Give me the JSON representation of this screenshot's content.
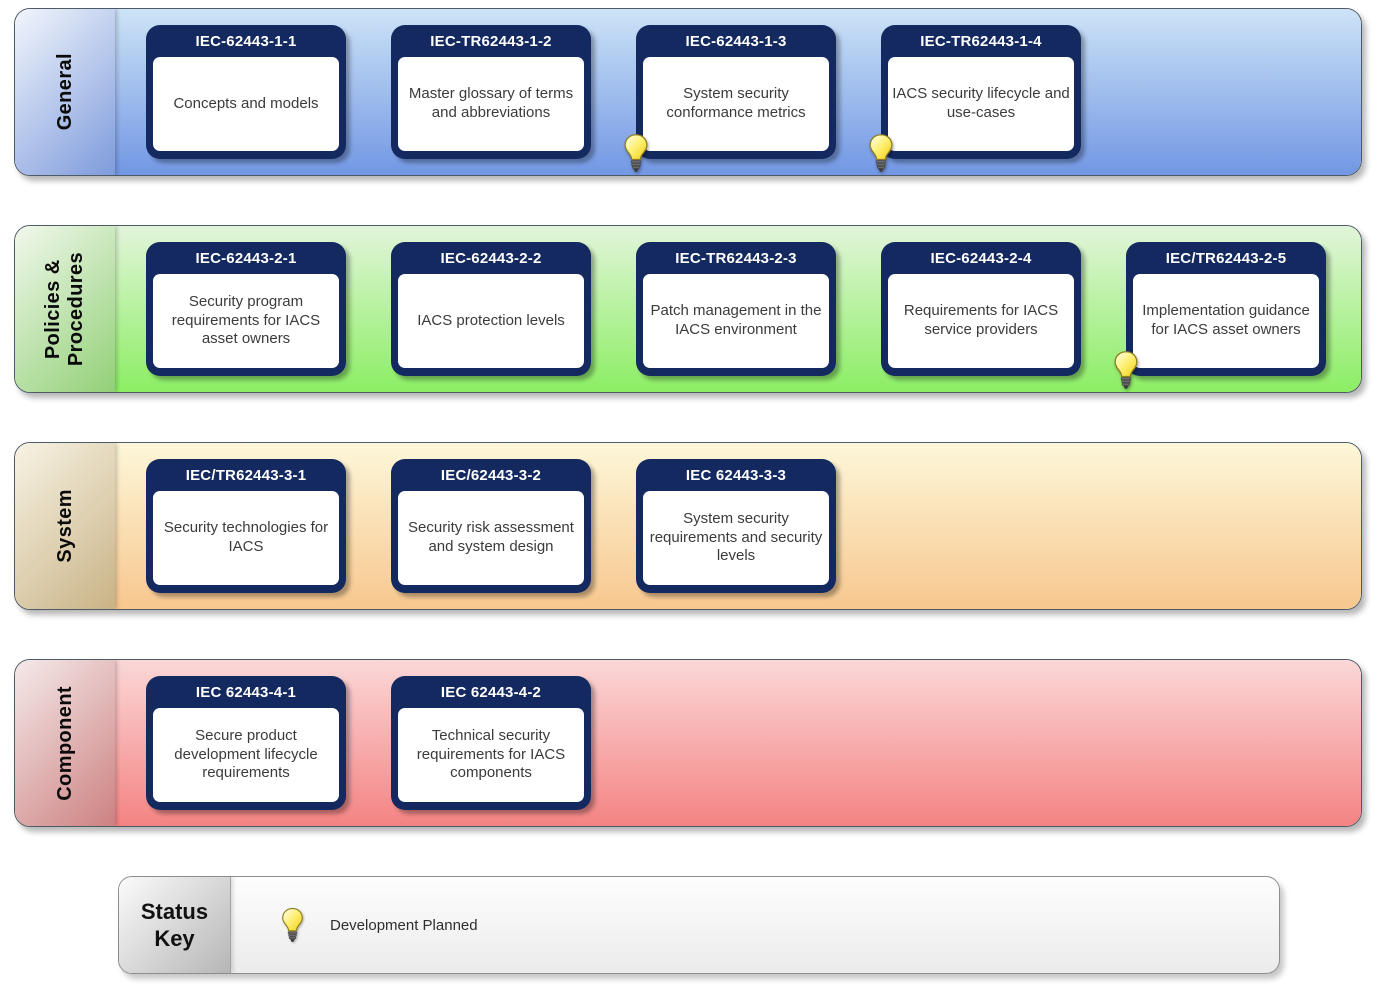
{
  "diagram": {
    "subject": "IEC 62443 series of standards",
    "background_color": "#ffffff"
  },
  "card_style": {
    "frame_color": "#14295f",
    "header_text_color": "#ffffff",
    "body_text_color": "#3b3b3b"
  },
  "rows": [
    {
      "id": "general",
      "label": "General",
      "colors": {
        "label_light": "#f2f6fc",
        "label_dark": "#7e9bdc",
        "body_top": "#cde3f7",
        "body_bottom": "#7297e4"
      },
      "cards": [
        {
          "code": "IEC-62443-1-1",
          "title": "Concepts and models",
          "development_planned": false
        },
        {
          "code": "IEC-TR62443-1-2",
          "title": "Master glossary of terms and abbreviations",
          "development_planned": false
        },
        {
          "code": "IEC-62443-1-3",
          "title": "System security conformance metrics",
          "development_planned": true
        },
        {
          "code": "IEC-TR62443-1-4",
          "title": "IACS security lifecycle and use-cases",
          "development_planned": true
        }
      ]
    },
    {
      "id": "policies-procedures",
      "label": "Policies &\nProcedures",
      "colors": {
        "label_light": "#f1f8ec",
        "label_dark": "#92d077",
        "body_top": "#e2f5da",
        "body_bottom": "#8cee64"
      },
      "cards": [
        {
          "code": "IEC-62443-2-1",
          "title": "Security program requirements for IACS asset owners",
          "development_planned": false
        },
        {
          "code": "IEC-62443-2-2",
          "title": "IACS protection levels",
          "development_planned": false
        },
        {
          "code": "IEC-TR62443-2-3",
          "title": "Patch management in the IACS environment",
          "development_planned": false
        },
        {
          "code": "IEC-62443-2-4",
          "title": "Requirements for IACS service providers",
          "development_planned": false
        },
        {
          "code": "IEC/TR62443-2-5",
          "title": "Implementation guidance for IACS asset owners",
          "development_planned": true
        }
      ]
    },
    {
      "id": "system",
      "label": "System",
      "colors": {
        "label_light": "#f7f3e4",
        "label_dark": "#c9b386",
        "body_top": "#fdf7d9",
        "body_bottom": "#f7c78e"
      },
      "cards": [
        {
          "code": "IEC/TR62443-3-1",
          "title": "Security technologies for IACS",
          "development_planned": false
        },
        {
          "code": "IEC/62443-3-2",
          "title": "Security risk assessment and system design",
          "development_planned": false
        },
        {
          "code": "IEC 62443-3-3",
          "title": "System security requirements and security levels",
          "development_planned": false
        }
      ]
    },
    {
      "id": "component",
      "label": "Component",
      "colors": {
        "label_light": "#f5eaea",
        "label_dark": "#cd8181",
        "body_top": "#fbd7d7",
        "body_bottom": "#f48383"
      },
      "cards": [
        {
          "code": "IEC 62443-4-1",
          "title": "Secure product development lifecycle requirements",
          "development_planned": false
        },
        {
          "code": "IEC 62443-4-2",
          "title": "Technical security requirements for IACS components",
          "development_planned": false
        }
      ]
    }
  ],
  "status_key": {
    "label": "Status Key",
    "items": [
      {
        "icon": "lightbulb-icon",
        "text": "Development Planned"
      }
    ],
    "colors": {
      "label_light": "#fbfbfb",
      "label_dark": "#b6b6b6",
      "panel_top": "#fefefe",
      "panel_bottom": "#ebebeb"
    }
  },
  "lightbulb_icon": {
    "glass_light": "#fffef2",
    "glass_mid": "#fdef70",
    "glass_dark": "#efcc12",
    "outline": "#8f7d1c",
    "base_color": "#6b6b6b",
    "base_outline": "#3f3f3f",
    "tip_color": "#3a3a3a"
  }
}
